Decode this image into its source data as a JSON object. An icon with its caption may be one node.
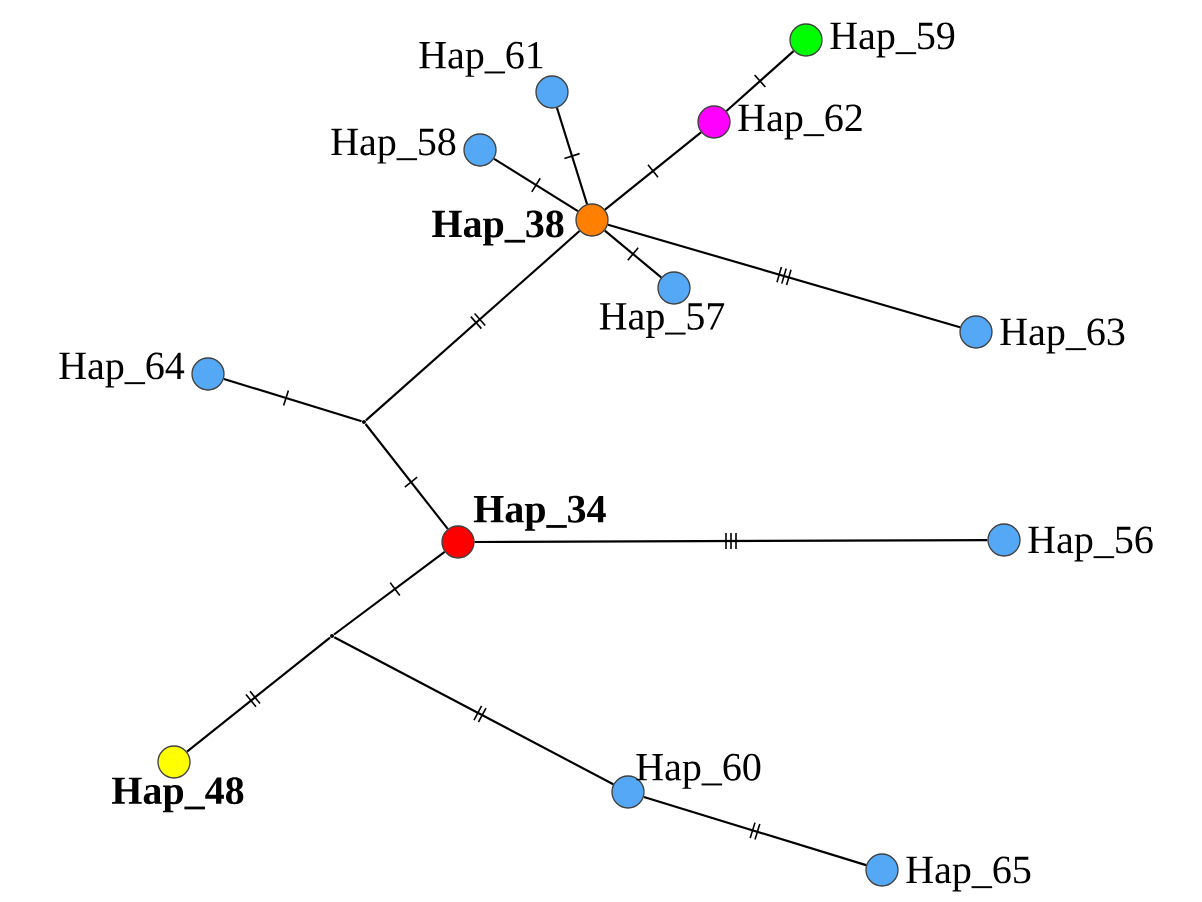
{
  "diagram": {
    "nodes": [
      {
        "text": [],
        "shape": "circle",
        "beside": [
          "Hap_59"
        ]
      },
      {
        "text": [],
        "shape": "circle",
        "beside": [
          "Hap_61"
        ]
      },
      {
        "text": [],
        "shape": "circle",
        "beside": [
          "Hap_62"
        ]
      },
      {
        "text": [],
        "shape": "circle",
        "beside": [
          "Hap_58"
        ]
      },
      {
        "text": [],
        "shape": "circle",
        "beside": [
          "Hap_38"
        ]
      },
      {
        "text": [],
        "shape": "circle",
        "beside": [
          "Hap_57"
        ]
      },
      {
        "text": [],
        "shape": "circle",
        "beside": [
          "Hap_63"
        ]
      },
      {
        "text": [],
        "shape": "circle",
        "beside": [
          "Hap_64"
        ]
      },
      {
        "text": [],
        "shape": "point"
      },
      {
        "text": [],
        "shape": "circle",
        "beside": [
          "Hap_34"
        ]
      },
      {
        "text": [],
        "shape": "circle",
        "beside": [
          "Hap_56"
        ]
      },
      {
        "text": [],
        "shape": "point"
      },
      {
        "text": [],
        "shape": "circle",
        "beside": [
          "Hap_48"
        ]
      },
      {
        "text": [],
        "shape": "circle",
        "beside": [
          "Hap_60"
        ]
      },
      {
        "text": [],
        "shape": "circle",
        "beside": [
          "Hap_65"
        ]
      }
    ],
    "edges": [
      {
        "from": 4,
        "to": 2,
        "arrow": "none"
      },
      {
        "from": 2,
        "to": 0,
        "arrow": "none"
      },
      {
        "from": 4,
        "to": 1,
        "arrow": "none"
      },
      {
        "from": 4,
        "to": 3,
        "arrow": "none"
      },
      {
        "from": 4,
        "to": 5,
        "arrow": "none"
      },
      {
        "from": 4,
        "to": 6,
        "arrow": "none"
      },
      {
        "from": 8,
        "to": 4,
        "arrow": "none"
      },
      {
        "from": 7,
        "to": 8,
        "arrow": "none"
      },
      {
        "from": 8,
        "to": 9,
        "arrow": "none"
      },
      {
        "from": 9,
        "to": 10,
        "arrow": "none"
      },
      {
        "from": 9,
        "to": 11,
        "arrow": "none"
      },
      {
        "from": 11,
        "to": 12,
        "arrow": "none"
      },
      {
        "from": 11,
        "to": 13,
        "arrow": "none"
      },
      {
        "from": 13,
        "to": 14,
        "arrow": "none"
      }
    ]
  }
}
